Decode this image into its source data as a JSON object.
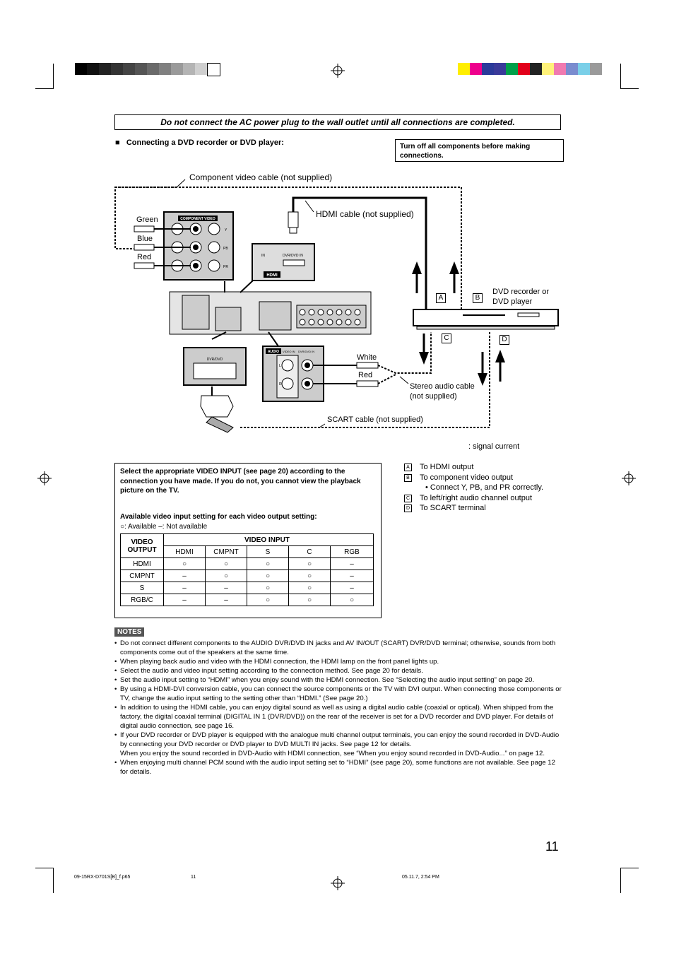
{
  "color_bar_left": [
    "#000000",
    "#111111",
    "#222222",
    "#333333",
    "#444444",
    "#555555",
    "#6a6a6a",
    "#808080",
    "#9a9a9a",
    "#b4b4b4",
    "#cfcfcf",
    "#ffffff"
  ],
  "color_bar_right": [
    "#ffee00",
    "#ee008c",
    "#2b3a9a",
    "#3a3a9a",
    "#00a04a",
    "#e2001a",
    "#222222",
    "#fff27a",
    "#f07ab0",
    "#7a8ccf",
    "#7acfe8",
    "#9a9a9a"
  ],
  "warning": "Do not connect the AC power plug to the wall outlet until all connections are completed.",
  "section_heading": "Connecting a DVD recorder or DVD player:",
  "turn_off_note": "Turn off all components before making connections.",
  "diagram": {
    "component_cable": "Component video cable (not supplied)",
    "hdmi_cable": "HDMI cable (not supplied)",
    "green": "Green",
    "blue": "Blue",
    "red": "Red",
    "white": "White",
    "red2": "Red",
    "stereo_cable": "Stereo audio cable\n(not supplied)",
    "scart_cable": "SCART cable (not supplied)",
    "dvd_player": "DVD recorder or\nDVD player",
    "component_video": "COMPONENT VIDEO",
    "hdmi_panel_in": "IN",
    "hdmi_panel_dvr": "DVR/DVD IN",
    "hdmi_badge": "HDMI",
    "audio_badge": "AUDIO",
    "video_in": "VIDEO IN",
    "dvr_dvd_in": "DVR/DVD IN",
    "dvr_dvd": "DVR/DVD",
    "y": "Y",
    "pb": "PB",
    "pr": "PR",
    "l": "L",
    "r": "R",
    "key_a": "A",
    "key_b": "B",
    "key_c": "C",
    "key_d": "D",
    "signal_current": ": signal current"
  },
  "legend": [
    {
      "key": "A",
      "text": "To HDMI output"
    },
    {
      "key": "B",
      "text": "To component video output"
    },
    {
      "key": "",
      "text": "• Connect Y, PB, and PR correctly."
    },
    {
      "key": "C",
      "text": "To left/right audio channel output"
    },
    {
      "key": "D",
      "text": "To SCART terminal"
    }
  ],
  "select_box": {
    "instruction": "Select the appropriate VIDEO INPUT (see page 20) according to the connection you have made. If you do not, you cannot view the playback picture on the TV.",
    "available_title": "Available video input setting for each video output setting:",
    "available_legend": "○: Available    –: Not available"
  },
  "video_table": {
    "output_header": "VIDEO OUTPUT",
    "input_header": "VIDEO INPUT",
    "columns": [
      "HDMI",
      "CMPNT",
      "S",
      "C",
      "RGB"
    ],
    "rows": [
      {
        "label": "HDMI",
        "cells": [
          "○",
          "○",
          "○",
          "○",
          "–"
        ]
      },
      {
        "label": "CMPNT",
        "cells": [
          "–",
          "○",
          "○",
          "○",
          "–"
        ]
      },
      {
        "label": "S",
        "cells": [
          "–",
          "–",
          "○",
          "○",
          "–"
        ]
      },
      {
        "label": "RGB/C",
        "cells": [
          "–",
          "–",
          "○",
          "○",
          "○"
        ]
      }
    ]
  },
  "notes_label": "NOTES",
  "notes": [
    "Do not connect different components to the AUDIO DVR/DVD IN jacks and AV IN/OUT (SCART) DVR/DVD terminal; otherwise, sounds from both components come out of the speakers at the same time.",
    "When playing back audio and video with the HDMI connection, the HDMI lamp on the front panel lights up.",
    "Select the audio and video input setting according to the connection method. See page 20 for details.",
    "Set the audio input setting to “HDMI” when you enjoy sound with the HDMI connection. See “Selecting the audio input setting” on page 20.",
    "By using a HDMI-DVI conversion cable, you can connect the source components or the TV with DVI output. When connecting those components or TV, change the audio input setting to the setting other than “HDMI.” (See page 20.)",
    "In addition to using the HDMI cable, you can enjoy digital sound as well as using a digital audio cable (coaxial or optical). When shipped from the factory, the digital coaxial terminal (DIGITAL IN 1 (DVR/DVD)) on the rear of the receiver is set for a DVD recorder and DVD player. For details of digital audio connection, see page 16.",
    "If your DVD recorder or DVD player is equipped with the analogue multi channel output terminals, you can enjoy the sound recorded in DVD-Audio by connecting your DVD recorder or DVD player to DVD MULTI IN jacks. See page 12 for details.",
    "When enjoying multi channel PCM sound with the audio input setting set to “HDMI” (see page 20), some functions are not available. See page 12 for details."
  ],
  "note_continuation": "When you enjoy the sound recorded in DVD-Audio with HDMI connection, see “When you enjoy sound recorded in DVD-Audio...” on page 12.",
  "page_number": "11",
  "footer": {
    "file": "09-15RX-D701S[B]_f.p65",
    "page": "11",
    "date": "05.11.7, 2:54 PM"
  }
}
